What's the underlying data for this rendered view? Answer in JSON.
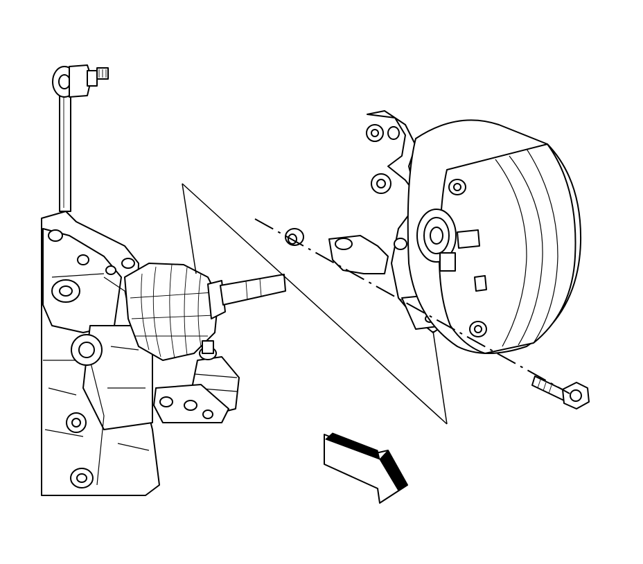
{
  "figure": {
    "components": [
      "stabilizer-link",
      "transaxle-housing",
      "drive-axle",
      "ball-joint",
      "steering-knuckle",
      "wheel-hub",
      "washer",
      "bolt",
      "direction-arrow"
    ]
  }
}
